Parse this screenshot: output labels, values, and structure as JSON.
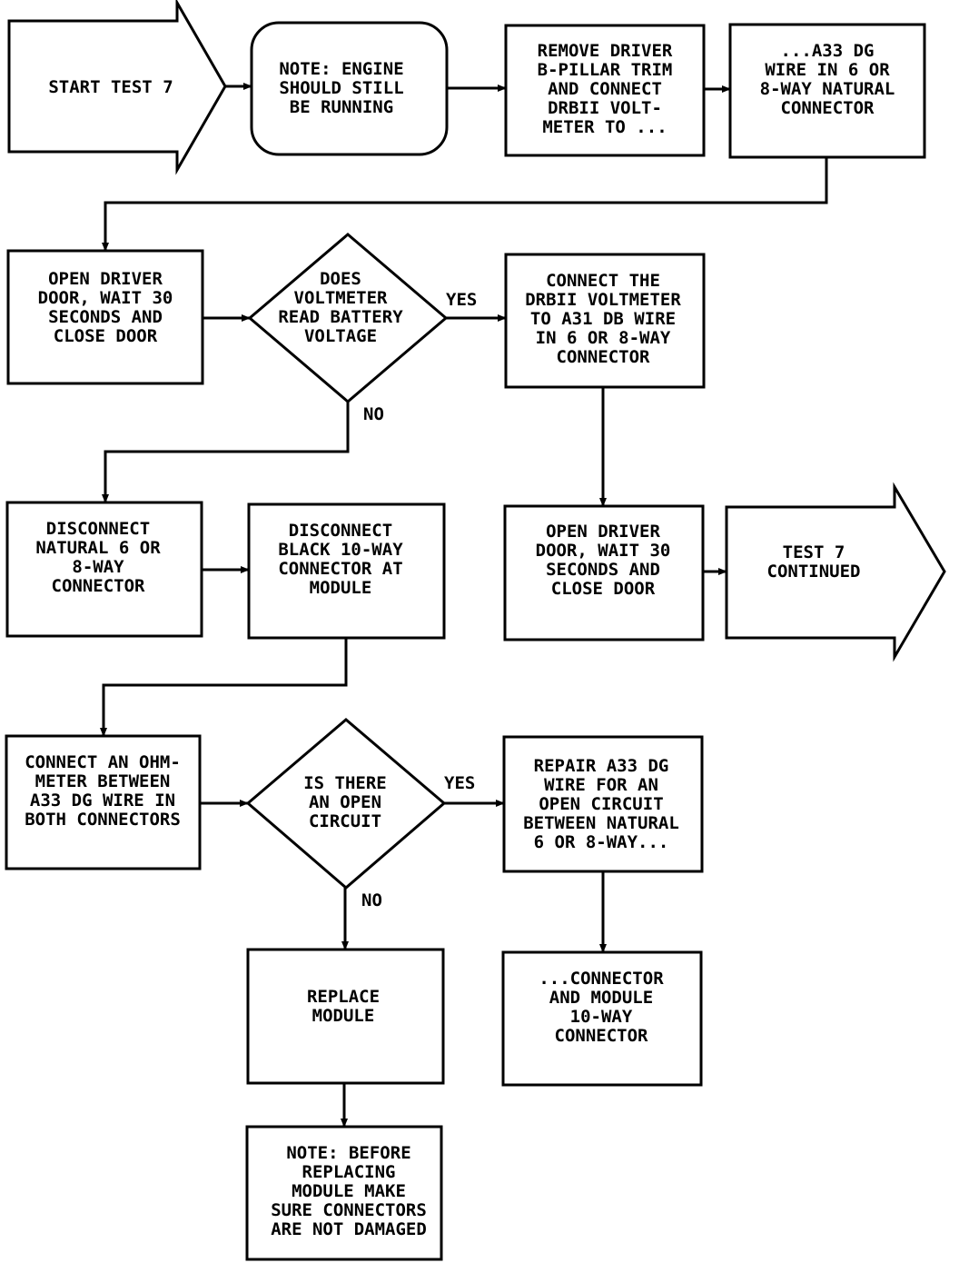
{
  "nodes": {
    "start": {
      "lines": [
        "START TEST 7"
      ]
    },
    "note_engine": {
      "lines": [
        "NOTE: ENGINE",
        "SHOULD STILL",
        "BE RUNNING"
      ]
    },
    "remove_trim": {
      "lines": [
        "REMOVE DRIVER",
        "B-PILLAR TRIM",
        "AND CONNECT",
        "DRBII VOLT-",
        "METER TO ..."
      ]
    },
    "a33_wire": {
      "lines": [
        "...A33 DG",
        "WIRE IN 6 OR",
        "8-WAY NATURAL",
        "CONNECTOR"
      ]
    },
    "open_door_1": {
      "lines": [
        "OPEN DRIVER",
        "DOOR, WAIT 30",
        "SECONDS AND",
        "CLOSE DOOR"
      ]
    },
    "voltmeter_q": {
      "lines": [
        "DOES",
        "VOLTMETER",
        "READ BATTERY",
        "VOLTAGE"
      ]
    },
    "connect_a31": {
      "lines": [
        "CONNECT THE",
        "DRBII VOLTMETER",
        "TO A31 DB WIRE",
        "IN 6 OR 8-WAY",
        "CONNECTOR"
      ]
    },
    "disc_natural": {
      "lines": [
        "DISCONNECT",
        "NATURAL 6 OR",
        "8-WAY",
        "CONNECTOR"
      ]
    },
    "disc_black": {
      "lines": [
        "DISCONNECT",
        "BLACK 10-WAY",
        "CONNECTOR AT",
        "MODULE"
      ]
    },
    "open_door_2": {
      "lines": [
        "OPEN DRIVER",
        "DOOR, WAIT 30",
        "SECONDS AND",
        "CLOSE DOOR"
      ]
    },
    "continued": {
      "lines": [
        "TEST 7",
        "CONTINUED"
      ]
    },
    "ohmmeter": {
      "lines": [
        "CONNECT AN OHM-",
        "METER BETWEEN",
        "A33 DG WIRE IN",
        "BOTH CONNECTORS"
      ]
    },
    "open_q": {
      "lines": [
        "IS THERE",
        "AN OPEN",
        "CIRCUIT"
      ]
    },
    "repair": {
      "lines": [
        "REPAIR A33 DG",
        "WIRE FOR AN",
        "OPEN CIRCUIT",
        "BETWEEN NATURAL",
        "6 OR 8-WAY..."
      ]
    },
    "replace": {
      "lines": [
        "REPLACE",
        "MODULE"
      ]
    },
    "conn_module": {
      "lines": [
        "...CONNECTOR",
        "AND MODULE",
        "10-WAY",
        "CONNECTOR"
      ]
    },
    "note_before": {
      "lines": [
        "NOTE: BEFORE",
        "REPLACING",
        "MODULE MAKE",
        "SURE CONNECTORS",
        "ARE NOT DAMAGED"
      ]
    }
  },
  "edge_labels": {
    "q1_yes": "YES",
    "q1_no": "NO",
    "q2_yes": "YES",
    "q2_no": "NO"
  },
  "colors": {
    "ink": "#000000",
    "paper": "#ffffff"
  }
}
